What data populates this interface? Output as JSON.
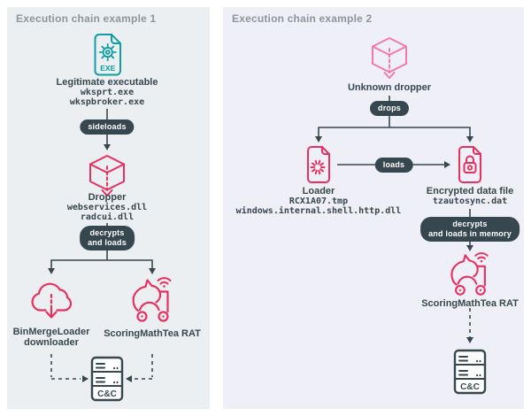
{
  "colors": {
    "teal": "#0f9da2",
    "crimson": "#e8305f",
    "pink_light": "#f27ba6",
    "slate": "#37474f",
    "panel1_bg": "#ebeff1",
    "panel2_bg": "#efeff8",
    "title_gray": "#8d969c"
  },
  "panel1": {
    "title": "Execution chain example 1",
    "exe_badge": "EXE",
    "executable_label": "Legitimate executable",
    "executable_file1": "wksprt.exe",
    "executable_file2": "wkspbroker.exe",
    "edge_sideloads": "sideloads",
    "dropper_label": "Dropper",
    "dropper_file1": "webservices.dll",
    "dropper_file2": "radcui.dll",
    "edge_decrypts_line1": "decrypts",
    "edge_decrypts_line2": "and loads",
    "downloader_label": "BinMergeLoader downloader",
    "rat_label": "ScoringMathTea RAT",
    "cnc_label": "C&C"
  },
  "panel2": {
    "title": "Execution chain example 2",
    "dropper_label": "Unknown dropper",
    "edge_drops": "drops",
    "loader_label": "Loader",
    "loader_file1": "RCX1A07.tmp",
    "loader_file2": "windows.internal.shell.http.dll",
    "edge_loads": "loads",
    "encrypted_label": "Encrypted data file",
    "encrypted_file1": "tzautosync.dat",
    "edge_decrypts_line1": "decrypts",
    "edge_decrypts_line2": "and loads in memory",
    "rat_label": "ScoringMathTea RAT",
    "cnc_label": "C&C"
  }
}
